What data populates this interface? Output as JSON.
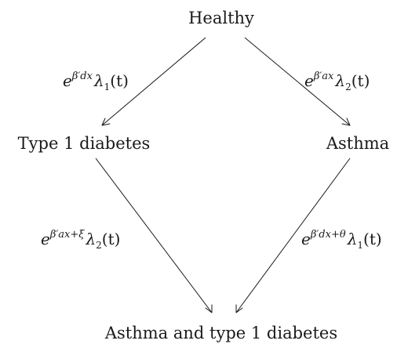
{
  "nodes": {
    "healthy": "Healthy",
    "type1_diabetes": "Type 1 diabetes",
    "asthma": "Asthma",
    "both": "Asthma and type 1 diabetes"
  },
  "edges": {
    "healthy_to_t1d": {
      "base": "e",
      "exponent": "β′dx",
      "rate_symbol": "λ",
      "rate_index": "1",
      "argument": "(t)"
    },
    "healthy_to_asthma": {
      "base": "e",
      "exponent": "β′ax",
      "rate_symbol": "λ",
      "rate_index": "2",
      "argument": "(t)"
    },
    "t1d_to_both": {
      "base": "e",
      "exponent": "β′ax+ξ",
      "rate_symbol": "λ",
      "rate_index": "2",
      "argument": "(t)"
    },
    "asthma_to_both": {
      "base": "e",
      "exponent": "β′dx+θ",
      "rate_symbol": "λ",
      "rate_index": "1",
      "argument": "(t)"
    }
  }
}
